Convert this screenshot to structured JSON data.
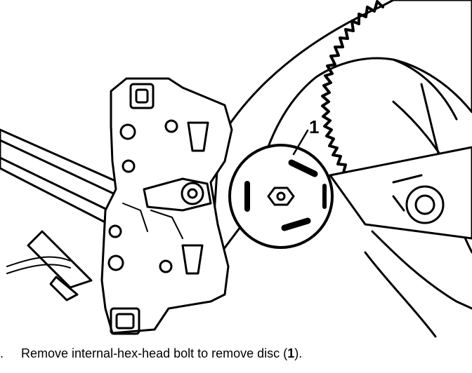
{
  "figure": {
    "callout": {
      "number": "1"
    }
  },
  "caption": {
    "step_marker": ".",
    "text_before": "Remove internal-hex-head bolt to remove disc (",
    "ref": "1",
    "text_after": ")."
  },
  "colors": {
    "ink": "#000000",
    "paper": "#ffffff"
  }
}
